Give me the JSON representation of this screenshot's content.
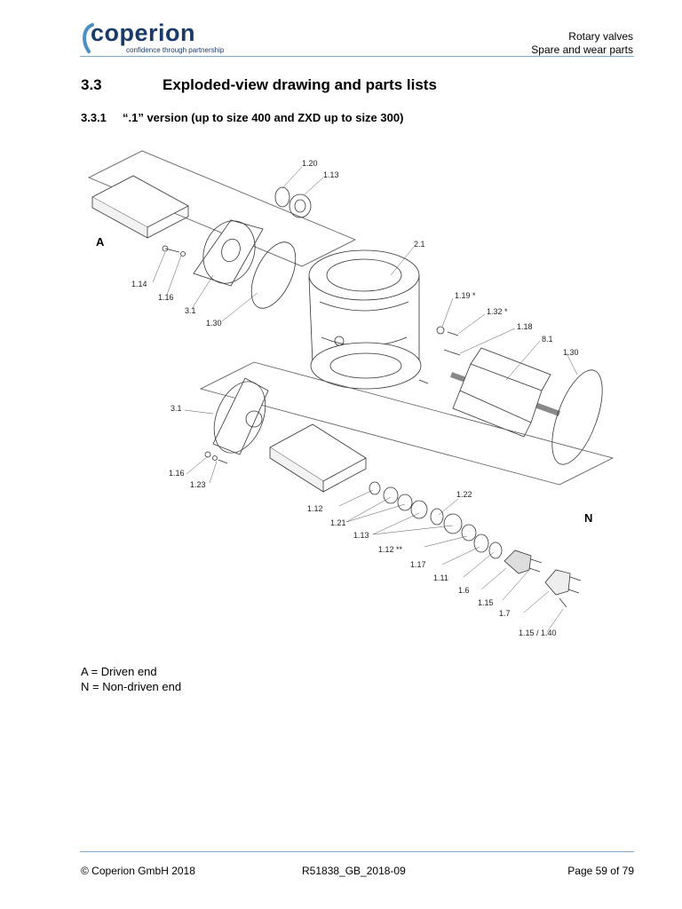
{
  "header": {
    "logo_text": "coperion",
    "logo_tagline": "confidence through partnership",
    "doc_line1": "Rotary valves",
    "doc_line2": "Spare and wear parts"
  },
  "section": {
    "number": "3.3",
    "title": "Exploded-view drawing and parts lists"
  },
  "subsection": {
    "number": "3.3.1",
    "title": "“.1” version (up to size 400 and ZXD up to size 300)"
  },
  "drawing": {
    "end_a": "A",
    "end_n": "N",
    "callouts": {
      "p1_20": "1.20",
      "p1_13a": "1.13",
      "p2_1": "2.1",
      "p1_14": "1.14",
      "p1_16a": "1.16",
      "p3_1a": "3.1",
      "p1_30a": "1.30",
      "p1_19": "1.19 *",
      "p1_32": "1.32 *",
      "p1_18": "1.18",
      "p8_1": "8.1",
      "p1_30b": "1.30",
      "p3_1b": "3.1",
      "p1_16b": "1.16",
      "p1_23": "1.23",
      "p1_12a": "1.12",
      "p1_21": "1.21",
      "p1_22": "1.22",
      "p1_13b": "1.13",
      "p1_12b": "1.12 **",
      "p1_17": "1.17",
      "p1_11": "1.11",
      "p1_6": "1.6",
      "p1_15": "1.15",
      "p1_7": "1.7",
      "p1_15_40": "1.15 / 1.40"
    }
  },
  "legend": {
    "line_a": "A = Driven end",
    "line_n": "N = Non-driven end"
  },
  "footer": {
    "copyright": "© Coperion GmbH 2018",
    "doc_code": "R51838_GB_2018-09",
    "page": "Page 59 of 79"
  }
}
